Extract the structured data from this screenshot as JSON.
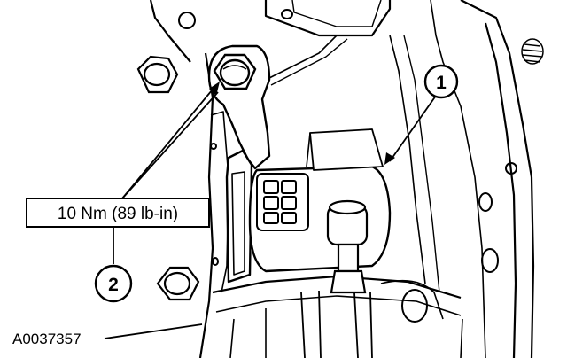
{
  "torque_spec": "10 Nm (89 lb-in)",
  "callouts": [
    "1",
    "2"
  ],
  "figure_id": "A0037357"
}
